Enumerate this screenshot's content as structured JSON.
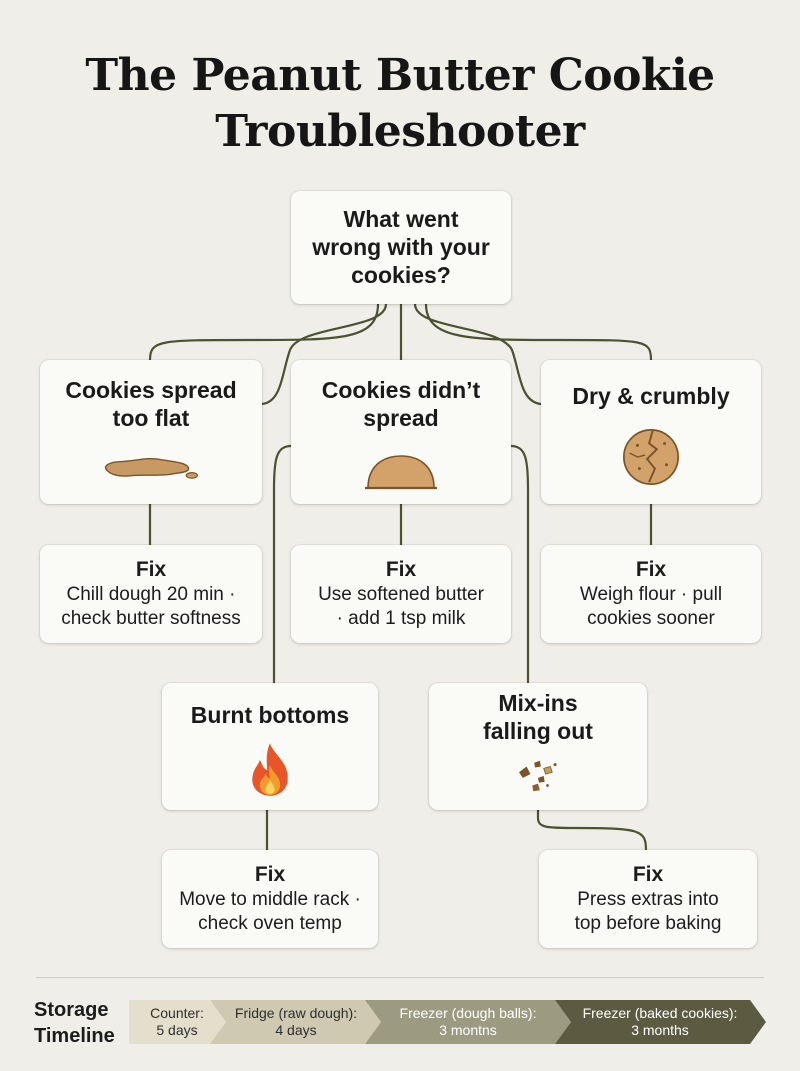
{
  "title": {
    "line1": "The Peanut Butter Cookie",
    "line2": "Troubleshooter"
  },
  "root": {
    "text": "What went\nwrong with your\ncookies?"
  },
  "problems": [
    {
      "label": "Cookies spread\ntoo flat",
      "icon": "puddle-icon",
      "fix_title": "Fix",
      "fix_text": "Chill dough 20 min ·\ncheck butter softness"
    },
    {
      "label": "Cookies didn’t\nspread",
      "icon": "dome-icon",
      "fix_title": "Fix",
      "fix_text": "Use softened butter\n· add 1 tsp milk"
    },
    {
      "label": "Dry & crumbly",
      "icon": "cracked-cookie-icon",
      "fix_title": "Fix",
      "fix_text": "Weigh flour · pull\ncookies sooner"
    },
    {
      "label": "Burnt bottoms",
      "icon": "flame-icon",
      "fix_title": "Fix",
      "fix_text": "Move to middle rack ·\ncheck oven temp"
    },
    {
      "label": "Mix-ins\nfalling out",
      "icon": "crumbs-icon",
      "fix_title": "Fix",
      "fix_text": "Press extras into\ntop before baking"
    }
  ],
  "storage": {
    "label": "Storage\nTimeline",
    "segments": [
      {
        "name": "Counter:",
        "duration": "5 days",
        "color": "#e4dfcc"
      },
      {
        "name": "Fridge (raw dough):",
        "duration": "4 days",
        "color": "#cfc9b2"
      },
      {
        "name": "Freezer (dough balls):",
        "duration": "3 montns",
        "color": "#9c9a81"
      },
      {
        "name": "Freezer (baked cookies):",
        "duration": "3 months",
        "color": "#5c5a40"
      }
    ]
  },
  "colors": {
    "connector": "#4b5230",
    "card": "#fafaf7",
    "background": "#efeee8"
  }
}
